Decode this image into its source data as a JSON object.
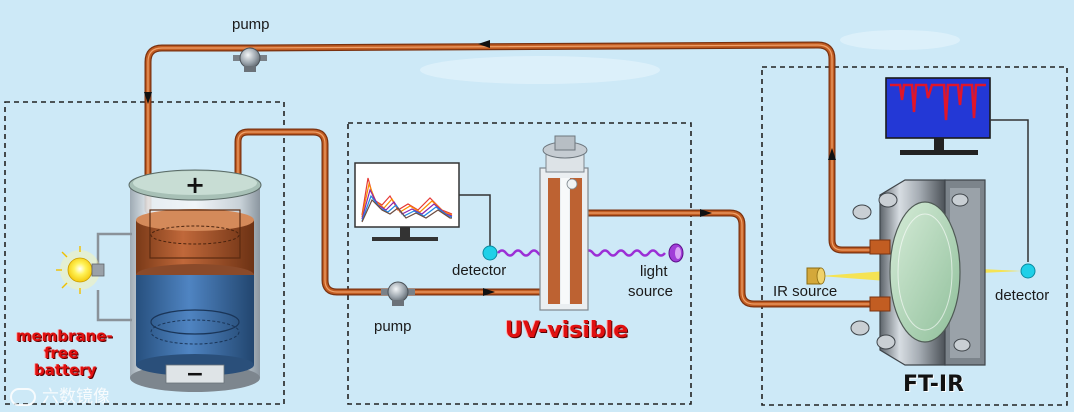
{
  "labels": {
    "pump_top": "pump",
    "pump_bottom": "pump",
    "detector_uv": "detector",
    "light_source_line1": "light",
    "light_source_line2": "source",
    "uv_visible": "UV-visible",
    "ir_source": "IR source",
    "detector_ir": "detector",
    "ftir": "FT-IR",
    "battery_line1": "membrane-",
    "battery_line2": "free",
    "battery_line3": "battery",
    "plus_sign": "+",
    "minus_sign": "−",
    "watermark": "六数镜像"
  },
  "colors": {
    "background": "#cde9f7",
    "tube": "#b8521d",
    "tube_highlight": "#e58a4c",
    "upper_electrolyte": "#a5532a",
    "lower_electrolyte": "#3e6fa8",
    "ir_screen": "#2338d6",
    "ir_trace": "#e0152a",
    "uv_trace_colors": [
      "#e53935",
      "#fb8c00",
      "#8e24aa",
      "#1e88e5",
      "#6d4c41"
    ],
    "light_wave": "#9b2fd6",
    "detector_dot": "#1fd0e8",
    "label_red": "#e01010"
  },
  "icons": [
    "pump-icon",
    "light-bulb-icon",
    "monitor-icon",
    "cuvette-icon",
    "ir-cell-icon",
    "ir-emitter-icon",
    "uv-lamp-icon",
    "detector-dot-icon"
  ]
}
